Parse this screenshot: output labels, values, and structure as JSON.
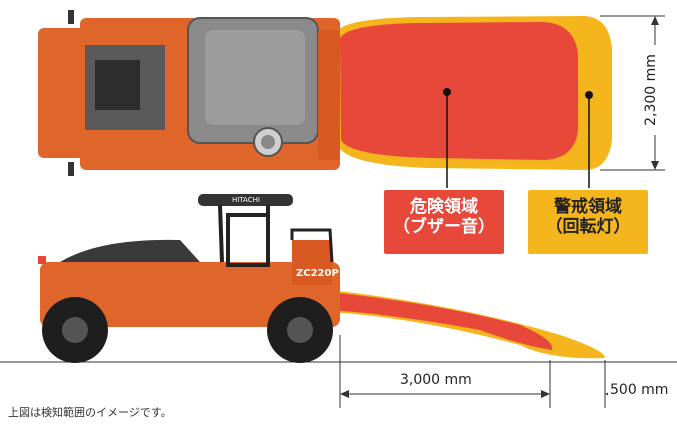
{
  "labels": {
    "danger": {
      "line1": "危険領域",
      "line2": "（ブザー音）"
    },
    "warning": {
      "line1": "警戒領域",
      "line2": "（回転灯）"
    }
  },
  "dimensions": {
    "width": "2,300 mm",
    "danger_length": "3,000 mm",
    "warning_extra": "500 mm"
  },
  "caption": "上図は検知範囲のイメージです。",
  "machine": {
    "brand": "HITACHI",
    "model": "ZC220P"
  },
  "colors": {
    "danger_zone": "#e8483a",
    "warning_zone": "#f4b51d",
    "machine_body": "#e0652a",
    "label_bg_danger": "#e8483a",
    "label_bg_warning": "#f4b51d"
  }
}
